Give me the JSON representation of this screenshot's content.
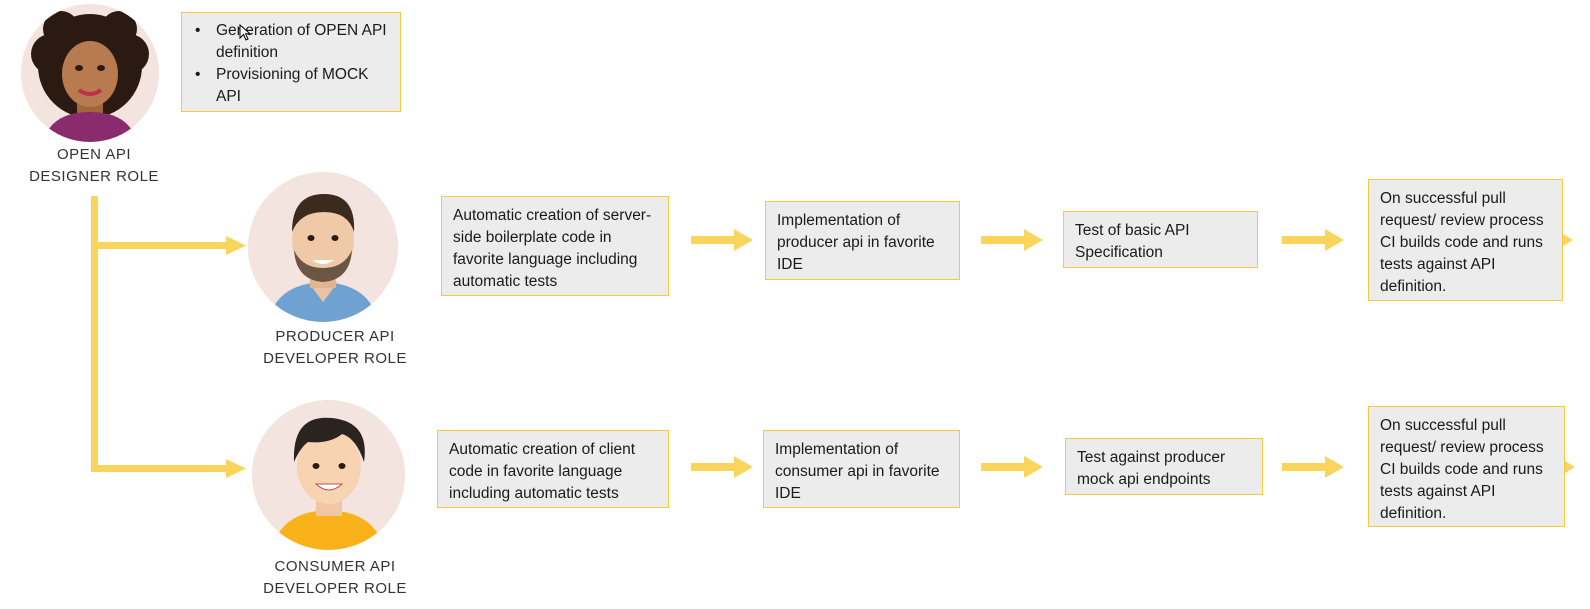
{
  "roles": {
    "designer": {
      "label": "OPEN API DESIGNER ROLE"
    },
    "producer": {
      "label": "PRODUCER API DEVELOPER ROLE"
    },
    "consumer": {
      "label": "CONSUMER API DEVELOPER ROLE"
    }
  },
  "designer_tasks": [
    "Generation of OPEN API definition",
    "Provisioning of MOCK API"
  ],
  "producer_steps": [
    "Automatic creation of server-side boilerplate code in favorite language including automatic tests",
    "Implementation of producer api in favorite IDE",
    "Test of basic API Specification",
    "On successful pull request/ review process CI builds code and runs tests against API definition."
  ],
  "consumer_steps": [
    "Automatic creation of client code in favorite language including automatic tests",
    "Implementation of consumer api in favorite IDE",
    "Test against producer mock api endpoints",
    "On successful pull request/ review process CI builds code and runs tests against API definition."
  ],
  "colors": {
    "accent": "#fad55c",
    "box_border": "#f9c93c",
    "box_fill": "#ececec"
  }
}
